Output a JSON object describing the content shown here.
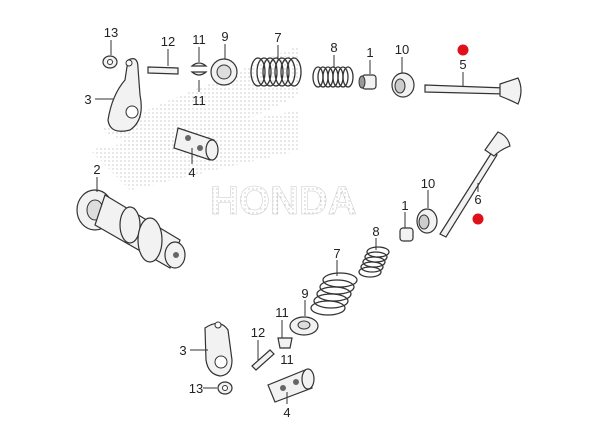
{
  "diagram": {
    "title": "Valve train exploded parts diagram",
    "marker_color": "#e0101a",
    "watermark_text": "HONDA",
    "callouts": {
      "top_13": "13",
      "top_12": "12",
      "top_11a": "11",
      "top_9": "9",
      "top_7": "7",
      "top_8": "8",
      "top_1": "1",
      "top_10": "10",
      "top_5": "5",
      "top_3": "3",
      "top_11b": "11",
      "top_4": "4",
      "mid_2": "2",
      "bot_10": "10",
      "bot_6": "6",
      "bot_1": "1",
      "bot_8": "8",
      "bot_7": "7",
      "bot_11a": "11",
      "bot_9": "9",
      "bot_3": "3",
      "bot_12": "12",
      "bot_11b": "11",
      "bot_13": "13",
      "bot_4": "4"
    }
  }
}
